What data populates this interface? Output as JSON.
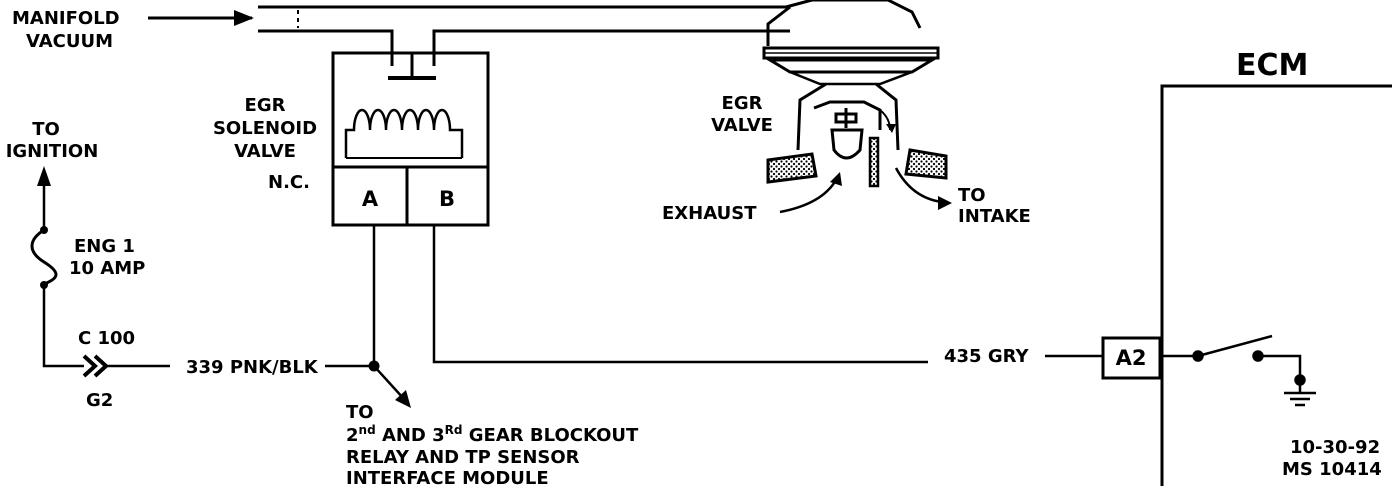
{
  "labels": {
    "manifold_vacuum": [
      "MANIFOLD",
      "VACUUM"
    ],
    "to_ignition": [
      "TO",
      "IGNITION"
    ],
    "fuse": [
      "ENG 1",
      "10 AMP"
    ],
    "connector_c": "C 100",
    "connector_g": "G2",
    "wire_339": "339 PNK/BLK",
    "wire_435": "435 GRY",
    "solenoid": [
      "EGR",
      "SOLENOID",
      "VALVE"
    ],
    "normally_closed": "N.C.",
    "terminal_a": "A",
    "terminal_b": "B",
    "egr_valve": [
      "EGR",
      "VALVE"
    ],
    "exhaust": "EXHAUST",
    "to_intake": [
      "TO",
      "INTAKE"
    ],
    "ecm": "ECM",
    "ecm_pin": "A2",
    "destination_to": "TO",
    "destination_line1": {
      "num1": "2",
      "sup1": "nd",
      "mid": " AND 3",
      "sup2": "Rd",
      "rest": " GEAR BLOCKOUT"
    },
    "destination_line2": "RELAY AND TP SENSOR",
    "destination_line3": "INTERFACE MODULE",
    "date": "10-30-92",
    "ms_code": "MS 10414"
  }
}
